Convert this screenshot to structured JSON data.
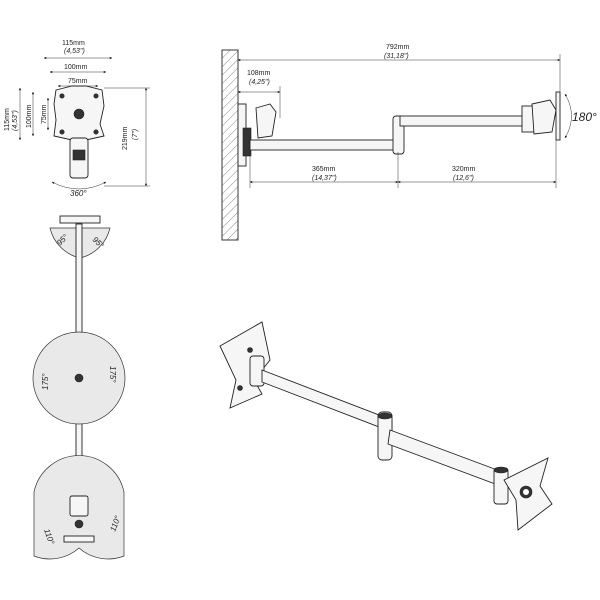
{
  "front_view": {
    "w_outer": "115mm",
    "w_outer_in": "(4,53\")",
    "w_mid": "100mm",
    "w_inner": "75mm",
    "h_outer": "115mm",
    "h_outer_in": "(4,53\")",
    "h_mid": "100mm",
    "h_inner": "75mm",
    "h_total": "219mm",
    "h_total_in": "(7\")",
    "rotation": "360°"
  },
  "side_view": {
    "total": "792mm",
    "total_in": "(31,18\")",
    "depth": "108mm",
    "depth_in": "(4,25\")",
    "arm1": "365mm",
    "arm1_in": "(14,37\")",
    "arm2": "320mm",
    "arm2_in": "(12,6\")",
    "tilt": "180°"
  },
  "top_view": {
    "tilt_left": "95°",
    "tilt_right": "95°",
    "swivel_left": "175°",
    "swivel_right": "175°",
    "base_left": "110°",
    "base_right": "110°"
  }
}
